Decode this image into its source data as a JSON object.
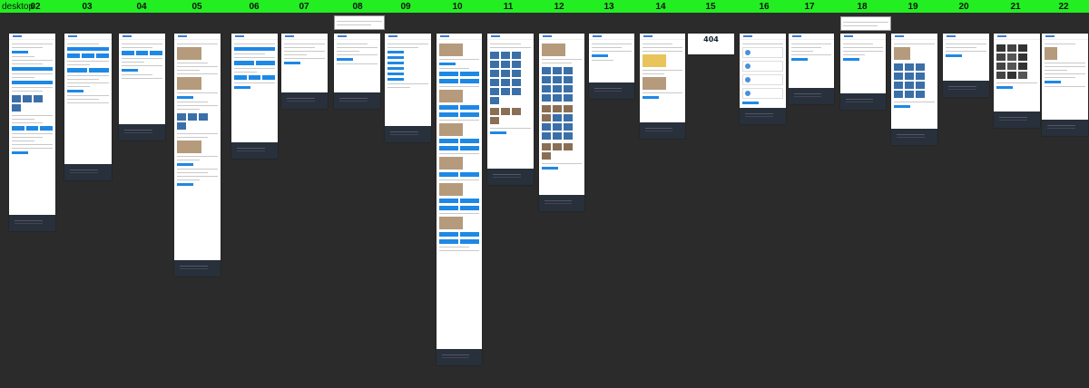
{
  "canvas": {
    "frame_label": "desktop",
    "columns": [
      "02",
      "03",
      "04",
      "05",
      "06",
      "07",
      "08",
      "09",
      "10",
      "11",
      "12",
      "13",
      "14",
      "15",
      "16",
      "17",
      "18",
      "19",
      "20",
      "21",
      "22"
    ]
  },
  "pages": {
    "p15": {
      "code": "404"
    }
  },
  "colors": {
    "topbar": "#22ee22",
    "canvas": "#2b2b2b",
    "accent": "#1e88e5",
    "footer": "#27303b"
  }
}
